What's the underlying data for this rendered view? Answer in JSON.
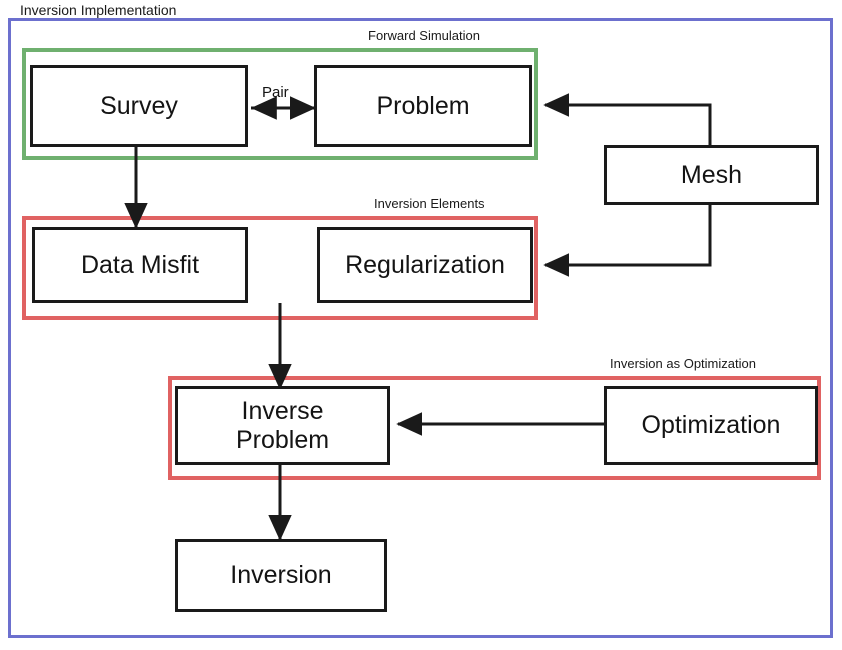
{
  "diagram": {
    "title": "Inversion Implementation",
    "background": "#ffffff",
    "colors": {
      "outer_frame": "#6c70ce",
      "forward_group": "#6fb06f",
      "inversion_group": "#e06262",
      "node_border": "#1a1a1a",
      "node_fill": "#ffffff",
      "arrow": "#1a1a1a",
      "text": "#141414"
    },
    "groups": [
      {
        "id": "outer",
        "label": "Inversion Implementation",
        "color": "#6c70ce"
      },
      {
        "id": "forward-simulation",
        "label": "Forward Simulation",
        "color": "#6fb06f"
      },
      {
        "id": "inversion-elements",
        "label": "Inversion Elements",
        "color": "#e06262"
      },
      {
        "id": "inversion-as-optimization",
        "label": "Inversion as Optimization",
        "color": "#e06262"
      }
    ],
    "nodes": [
      {
        "id": "survey",
        "label": "Survey",
        "group": "forward-simulation"
      },
      {
        "id": "problem",
        "label": "Problem",
        "group": "forward-simulation"
      },
      {
        "id": "mesh",
        "label": "Mesh",
        "group": "outer"
      },
      {
        "id": "data-misfit",
        "label": "Data Misfit",
        "group": "inversion-elements"
      },
      {
        "id": "regularization",
        "label": "Regularization",
        "group": "inversion-elements"
      },
      {
        "id": "inverse-problem",
        "label": "Inverse\nProblem",
        "group": "inversion-as-optimization"
      },
      {
        "id": "optimization",
        "label": "Optimization",
        "group": "inversion-as-optimization"
      },
      {
        "id": "inversion",
        "label": "Inversion",
        "group": "outer"
      }
    ],
    "edges": [
      {
        "id": "survey-problem",
        "from": "survey",
        "to": "problem",
        "label": "Pair",
        "arrow": "both"
      },
      {
        "id": "survey-data-misfit",
        "from": "survey",
        "to": "data-misfit",
        "label": "",
        "arrow": "to"
      },
      {
        "id": "mesh-problem",
        "from": "mesh",
        "to": "problem",
        "label": "",
        "arrow": "to"
      },
      {
        "id": "mesh-regularization",
        "from": "mesh",
        "to": "regularization",
        "label": "",
        "arrow": "to"
      },
      {
        "id": "data-misfit-inverse-problem",
        "from": "data-misfit",
        "to": "inverse-problem",
        "label": "",
        "arrow": "to"
      },
      {
        "id": "optimization-inverse-problem",
        "from": "optimization",
        "to": "inverse-problem",
        "label": "",
        "arrow": "to"
      },
      {
        "id": "inverse-problem-inversion",
        "from": "inverse-problem",
        "to": "inversion",
        "label": "",
        "arrow": "to"
      }
    ]
  }
}
